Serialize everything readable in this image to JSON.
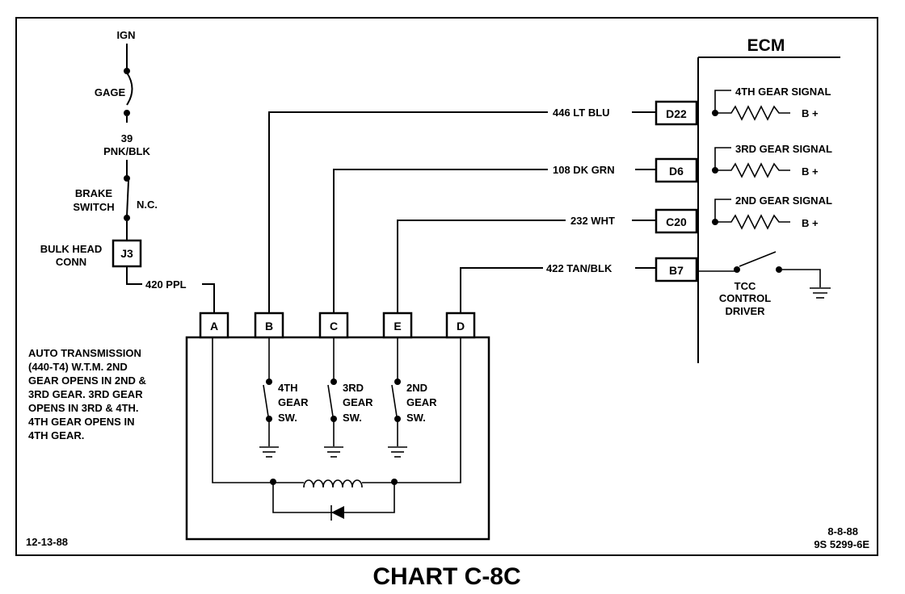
{
  "title": "CHART C-8C",
  "ecm": {
    "label": "ECM",
    "b_plus": "B +",
    "signals": [
      "4TH GEAR SIGNAL",
      "3RD GEAR SIGNAL",
      "2ND GEAR SIGNAL"
    ],
    "tcc_driver": [
      "TCC",
      "CONTROL",
      "DRIVER"
    ]
  },
  "ecm_pins": [
    "D22",
    "D6",
    "C20",
    "B7"
  ],
  "wires": [
    "446 LT BLU",
    "108 DK GRN",
    "232 WHT",
    "422 TAN/BLK"
  ],
  "left_circuit": {
    "ign": "IGN",
    "gage": "GAGE",
    "wire_39": [
      "39",
      "PNK/BLK"
    ],
    "brake_switch": [
      "BRAKE",
      "SWITCH"
    ],
    "nc": "N.C.",
    "bulkhead": [
      "BULK HEAD",
      "CONN"
    ],
    "j3": "J3",
    "wire_420": "420 PPL"
  },
  "trans_pins": [
    "A",
    "B",
    "C",
    "E",
    "D"
  ],
  "gear_switches": [
    [
      "4TH",
      "GEAR",
      "SW."
    ],
    [
      "3RD",
      "GEAR",
      "SW."
    ],
    [
      "2ND",
      "GEAR",
      "SW."
    ]
  ],
  "note": [
    "AUTO TRANSMISSION",
    "(440-T4) W.T.M. 2ND",
    "GEAR OPENS IN 2ND &",
    "3RD GEAR.  3RD GEAR",
    "OPENS IN 3RD & 4TH.",
    "4TH GEAR OPENS IN",
    "4TH GEAR."
  ],
  "date_left": "12-13-88",
  "date_right": "8-8-88",
  "doc_number": "9S 5299-6E"
}
